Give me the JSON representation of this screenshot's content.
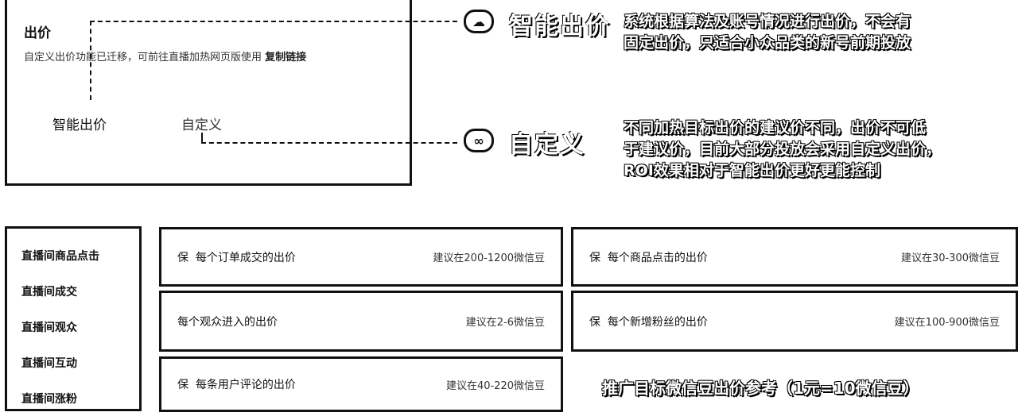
{
  "bid_panel": {
    "title": "出价",
    "notice": "自定义出价功能已迁移，可前往直播加热网页版使用",
    "copy_link": "复制链接",
    "options": [
      "智能出价",
      "自定义"
    ]
  },
  "callouts": [
    {
      "icon": "cloud-link-icon",
      "icon_glyph": "☁",
      "title": "智能出价",
      "lines": [
        "系统根据算法及账号情况进行出价，不会有",
        "固定出价，只适合小众品类的新号前期投放"
      ]
    },
    {
      "icon": "link-icon",
      "icon_glyph": "∞",
      "title": "自定义",
      "lines": [
        "不同加热目标出价的建议价不同，出价不可低",
        "于建议价，目前大部分投放会采用自定义出价，",
        "ROI效果相对于智能出价更好更能控制"
      ]
    }
  ],
  "target_list": [
    "直播间商品点击",
    "直播间成交",
    "直播间观众",
    "直播间互动",
    "直播间涨粉"
  ],
  "cards": [
    {
      "prefix": "保",
      "label": "每个订单成交的出价",
      "suggest": "建议在200-1200微信豆"
    },
    {
      "prefix": "保",
      "label": "每个商品点击的出价",
      "suggest": "建议在30-300微信豆"
    },
    {
      "prefix": "",
      "label": "每个观众进入的出价",
      "suggest": "建议在2-6微信豆"
    },
    {
      "prefix": "保",
      "label": "每个新增粉丝的出价",
      "suggest": "建议在100-900微信豆"
    },
    {
      "prefix": "保",
      "label": "每条用户评论的出价",
      "suggest": "建议在40-220微信豆"
    }
  ],
  "summary": "推广目标微信豆出价参考（1元=10微信豆）"
}
